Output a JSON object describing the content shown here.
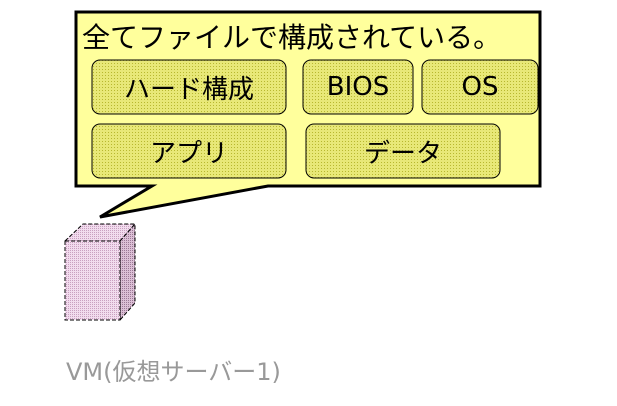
{
  "callout": {
    "title": "全てファイルで構成されている。",
    "items": [
      "ハード構成",
      "BIOS",
      "OS",
      "アプリ",
      "データ"
    ]
  },
  "vm_label": "VM(仮想サーバー1)",
  "colors": {
    "callout_fill": "#ffff9c",
    "item_fill": "#e3e36a",
    "cube_fill": "#e9c6e0"
  }
}
